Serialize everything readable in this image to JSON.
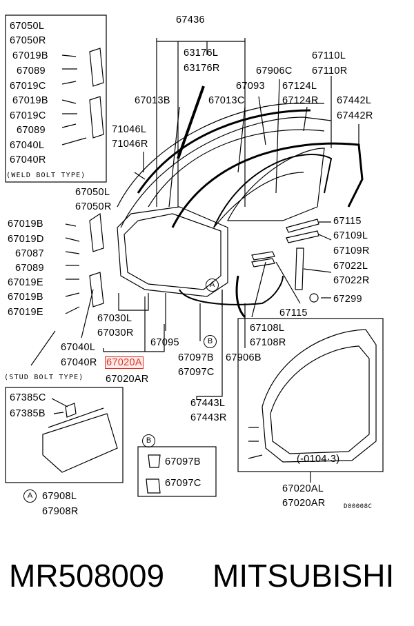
{
  "labels": {
    "weld_bolt_type": "(WELD BOLT TYPE)",
    "stud_bolt_type": "(STUD BOLT TYPE)",
    "top_left": [
      "67050L",
      "67050R",
      "67019B",
      "67089",
      "67019C",
      "67019B",
      "67019C",
      "67089",
      "67040L",
      "67040R"
    ],
    "p67436": "67436",
    "p63176": [
      "63176L",
      "63176R"
    ],
    "p67013B": "67013B",
    "p67013C": "67013C",
    "p67093": "67093",
    "p67906C": "67906C",
    "p67110": [
      "67110L",
      "67110R"
    ],
    "p67124": [
      "67124L",
      "67124R"
    ],
    "p67442": [
      "67442L",
      "67442R"
    ],
    "p71046": [
      "71046L",
      "71046R"
    ],
    "p67050b": [
      "67050L",
      "67050R"
    ],
    "mid_left": [
      "67019B",
      "67019D",
      "67087",
      "67089",
      "67019E",
      "67019B",
      "67019E"
    ],
    "p67115a": "67115",
    "p67109": [
      "67109L",
      "67109R"
    ],
    "p67022": [
      "67022L",
      "67022R"
    ],
    "p67299": "67299",
    "p67115b": "67115",
    "p67030": [
      "67030L",
      "67030R"
    ],
    "p67108": [
      "67108L",
      "67108R"
    ],
    "p67040b": [
      "67040L",
      "67040R"
    ],
    "p67095": "67095",
    "p67020a": "67020A",
    "p67020ar": "67020AR",
    "p67097": [
      "67097B",
      "67097C"
    ],
    "p67906B": "67906B",
    "p67443": [
      "67443L",
      "67443R"
    ],
    "p67385": [
      "67385C",
      "67385B"
    ],
    "p67908": [
      "67908L",
      "67908R"
    ],
    "callout_b": [
      "67097B",
      "67097C"
    ],
    "date_range": "(-0104·3)",
    "p67020al_bottom": [
      "67020AL",
      "67020AR"
    ],
    "drawing_code": "D00008C",
    "circle_a": "A",
    "circle_b": "B"
  },
  "footer": {
    "part_number": "MR508009",
    "brand": "MITSUBISHI"
  },
  "colors": {
    "highlight": "#e0302a"
  }
}
